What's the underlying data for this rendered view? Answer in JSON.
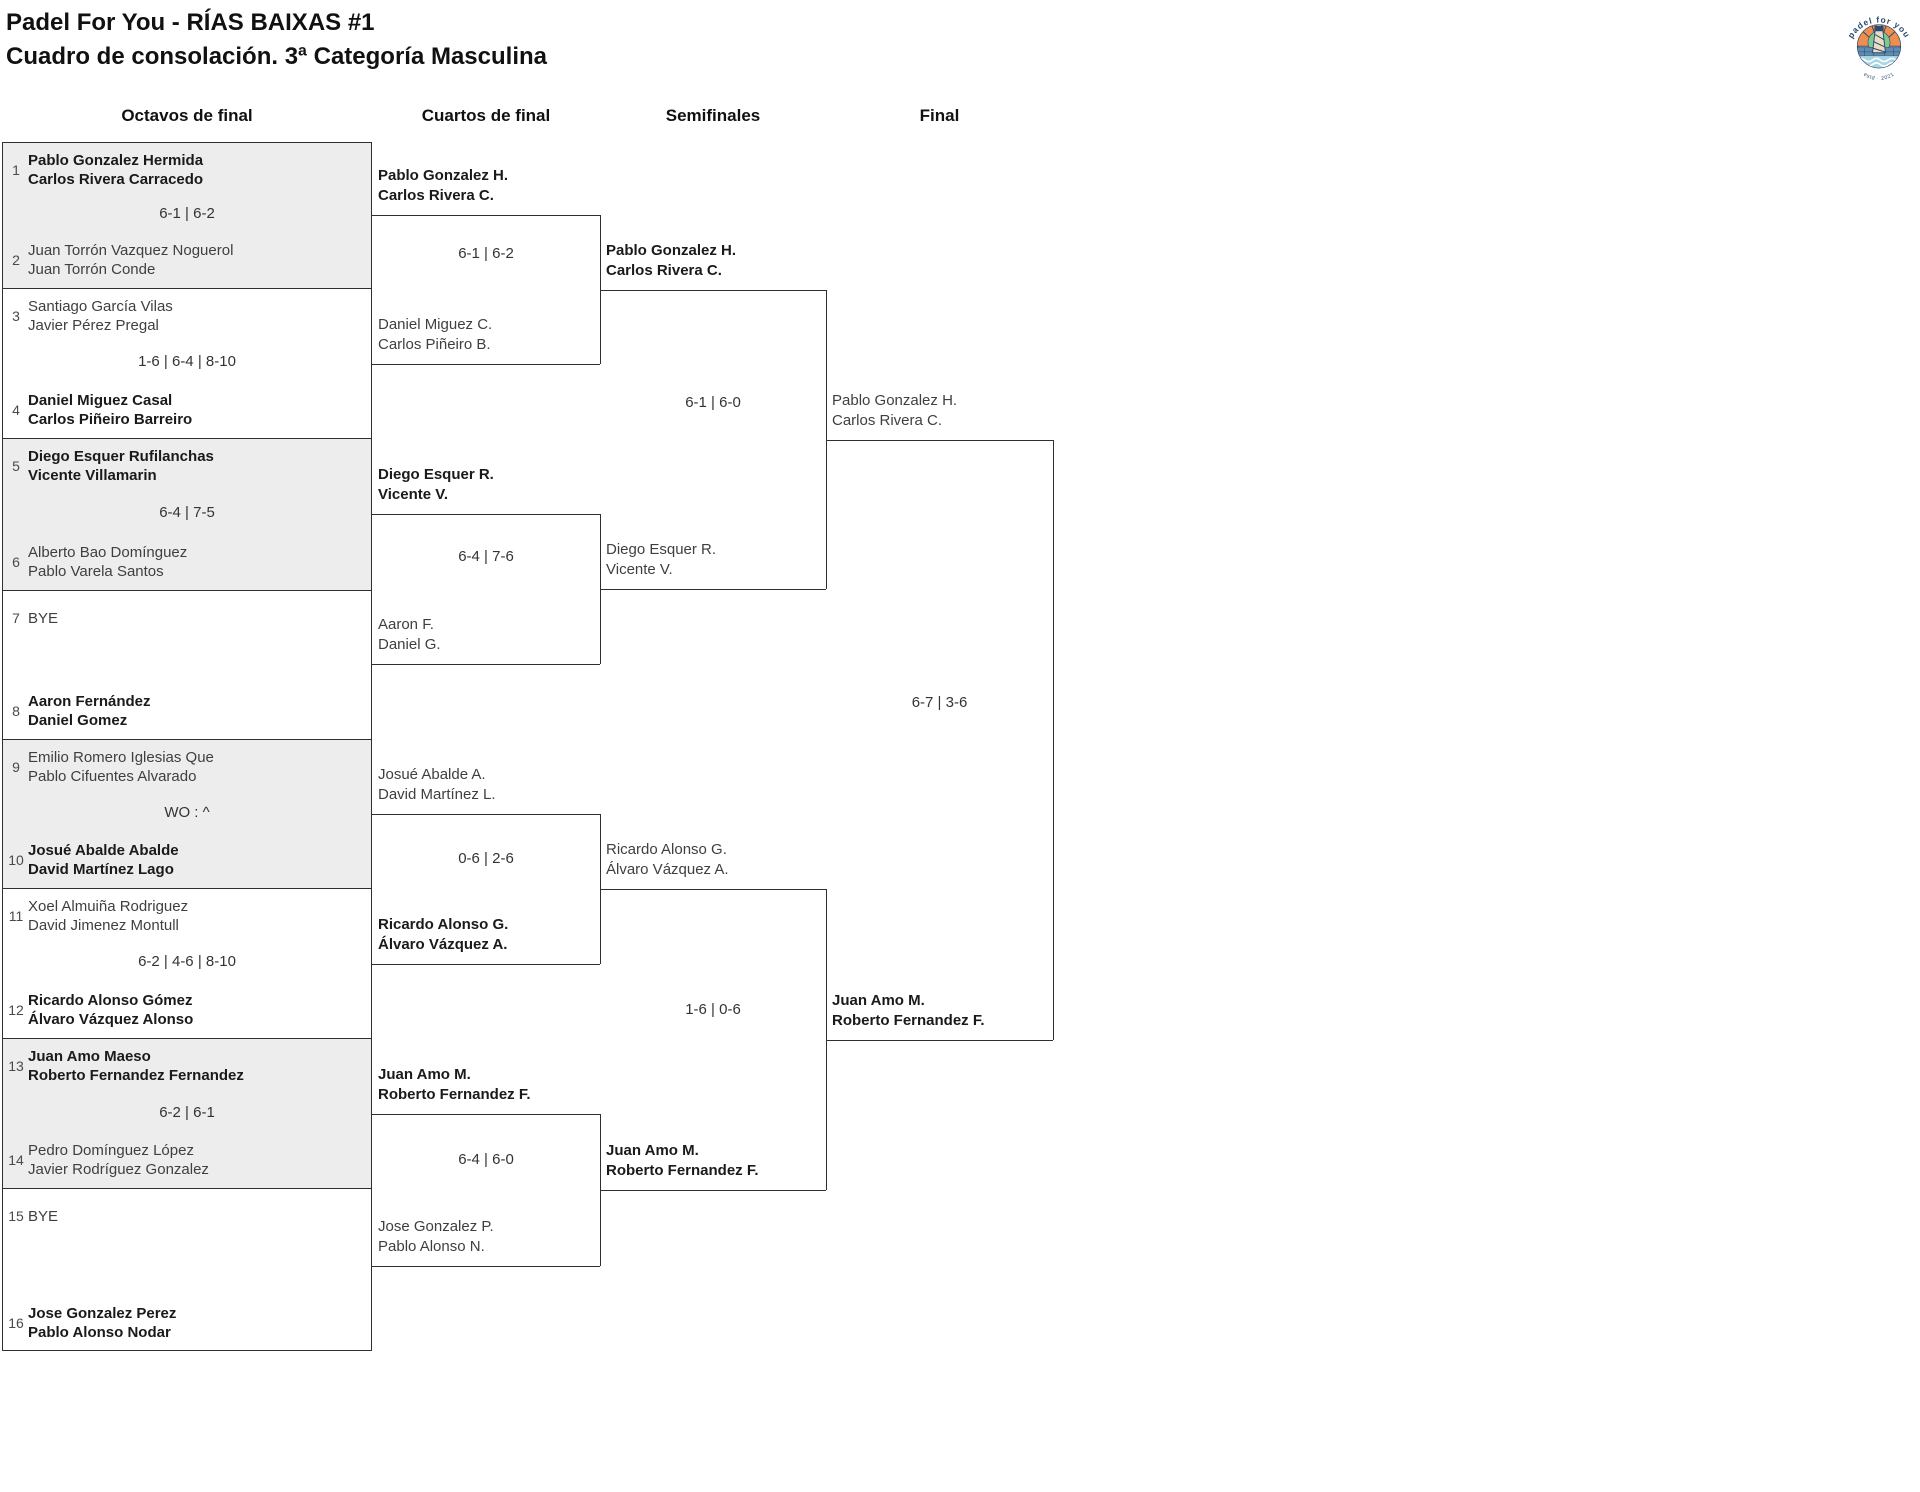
{
  "header": {
    "title_line1": "Padel For You - RÍAS BAIXAS #1",
    "title_line2": "Cuadro de consolación. 3ª Categoría Masculina"
  },
  "logo": {
    "arc_text": "padel for you",
    "estd_text": "estd · 2021"
  },
  "rounds": {
    "r16_label": "Octavos de final",
    "qf_label": "Cuartos de final",
    "sf_label": "Semifinales",
    "final_label": "Final"
  },
  "colors": {
    "block_shaded": "#ededed",
    "line": "#2f2f2f",
    "logo_navy": "#2b4a6f",
    "logo_orange": "#ef8e4f",
    "logo_green": "#7fc88f",
    "logo_sea": "#5f8cb0",
    "logo_sky": "#cfe7f0"
  },
  "bracket": {
    "r16": [
      {
        "seed": "1",
        "p1": "Pablo Gonzalez Hermida",
        "p2": "Carlos Rivera Carracedo",
        "winner": true
      },
      {
        "seed": "2",
        "p1": "Juan Torrón Vazquez Noguerol",
        "p2": "Juan Torrón Conde",
        "winner": false
      },
      {
        "seed": "3",
        "p1": "Santiago García Vilas",
        "p2": "Javier Pérez Pregal",
        "winner": false
      },
      {
        "seed": "4",
        "p1": "Daniel Miguez Casal",
        "p2": "Carlos Piñeiro Barreiro",
        "winner": true
      },
      {
        "seed": "5",
        "p1": "Diego Esquer Rufilanchas",
        "p2": "Vicente Villamarin",
        "winner": true
      },
      {
        "seed": "6",
        "p1": "Alberto Bao Domínguez",
        "p2": "Pablo Varela Santos",
        "winner": false
      },
      {
        "seed": "7",
        "p1": "BYE",
        "p2": "",
        "winner": false
      },
      {
        "seed": "8",
        "p1": "Aaron Fernández",
        "p2": "Daniel Gomez",
        "winner": true
      },
      {
        "seed": "9",
        "p1": "Emilio Romero Iglesias Que",
        "p2": "Pablo Cifuentes Alvarado",
        "winner": false
      },
      {
        "seed": "10",
        "p1": "Josué Abalde Abalde",
        "p2": "David Martínez Lago",
        "winner": true
      },
      {
        "seed": "11",
        "p1": "Xoel Almuiña Rodriguez",
        "p2": "David Jimenez Montull",
        "winner": false
      },
      {
        "seed": "12",
        "p1": "Ricardo Alonso Gómez",
        "p2": "Álvaro Vázquez Alonso",
        "winner": true
      },
      {
        "seed": "13",
        "p1": "Juan Amo Maeso",
        "p2": "Roberto Fernandez Fernandez",
        "winner": true
      },
      {
        "seed": "14",
        "p1": "Pedro Domínguez López",
        "p2": "Javier Rodríguez Gonzalez",
        "winner": false
      },
      {
        "seed": "15",
        "p1": "BYE",
        "p2": "",
        "winner": false
      },
      {
        "seed": "16",
        "p1": "Jose Gonzalez Perez",
        "p2": "Pablo Alonso Nodar",
        "winner": true
      }
    ],
    "r16_scores": [
      "6-1 | 6-2",
      "1-6 | 6-4 | 8-10",
      "6-4 | 7-5",
      "WO : ^",
      "6-2 | 4-6 | 8-10",
      "6-2 | 6-1"
    ],
    "qf": [
      {
        "p1": "Pablo Gonzalez H.",
        "p2": "Carlos Rivera C.",
        "winner": true
      },
      {
        "p1": "Daniel Miguez C.",
        "p2": "Carlos Piñeiro B.",
        "winner": false
      },
      {
        "p1": "Diego Esquer R.",
        "p2": "Vicente V.",
        "winner": true
      },
      {
        "p1": "Aaron F.",
        "p2": "Daniel G.",
        "winner": false
      },
      {
        "p1": "Josué Abalde A.",
        "p2": "David Martínez L.",
        "winner": false
      },
      {
        "p1": "Ricardo Alonso G.",
        "p2": "Álvaro Vázquez A.",
        "winner": true
      },
      {
        "p1": "Juan Amo M.",
        "p2": "Roberto Fernandez F.",
        "winner": true
      },
      {
        "p1": "Jose Gonzalez P.",
        "p2": "Pablo Alonso N.",
        "winner": false
      }
    ],
    "qf_scores": [
      "6-1 | 6-2",
      "6-4 | 7-6",
      "0-6 | 2-6",
      "6-4 | 6-0"
    ],
    "sf": [
      {
        "p1": "Pablo Gonzalez H.",
        "p2": "Carlos Rivera C.",
        "winner": true
      },
      {
        "p1": "Diego Esquer R.",
        "p2": "Vicente V.",
        "winner": false
      },
      {
        "p1": "Ricardo Alonso G.",
        "p2": "Álvaro Vázquez A.",
        "winner": false
      },
      {
        "p1": "Juan Amo M.",
        "p2": "Roberto Fernandez F.",
        "winner": true
      }
    ],
    "sf_scores": [
      "6-1 | 6-0",
      "1-6 | 0-6"
    ],
    "final": [
      {
        "p1": "Pablo Gonzalez H.",
        "p2": "Carlos Rivera C.",
        "winner": false
      },
      {
        "p1": "Juan Amo M.",
        "p2": "Roberto Fernandez F.",
        "winner": true
      }
    ],
    "final_score": "6-7 | 3-6"
  }
}
